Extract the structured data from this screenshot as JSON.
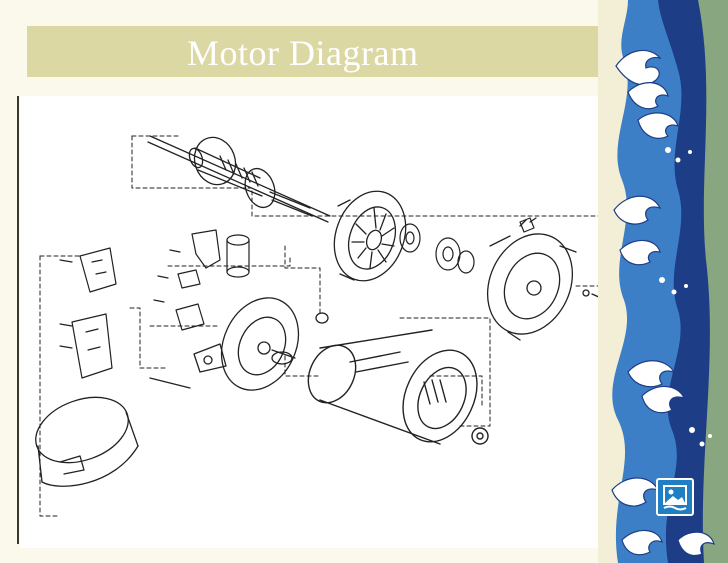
{
  "slide": {
    "title": "Motor Diagram"
  },
  "colors": {
    "background": "#fbf9ec",
    "title_band": "#dcd8a4",
    "title_text": "#ffffff",
    "wave_deep": "#1d3d86",
    "wave_mid": "#3c7fc6",
    "wave_foam": "#ffffff",
    "wave_panel_top": "#f3eed6"
  },
  "images": {
    "main": "exploded-motor-line-drawing",
    "decoration": "great-wave-woodblock-border",
    "corner_icon": "picture-icon"
  }
}
